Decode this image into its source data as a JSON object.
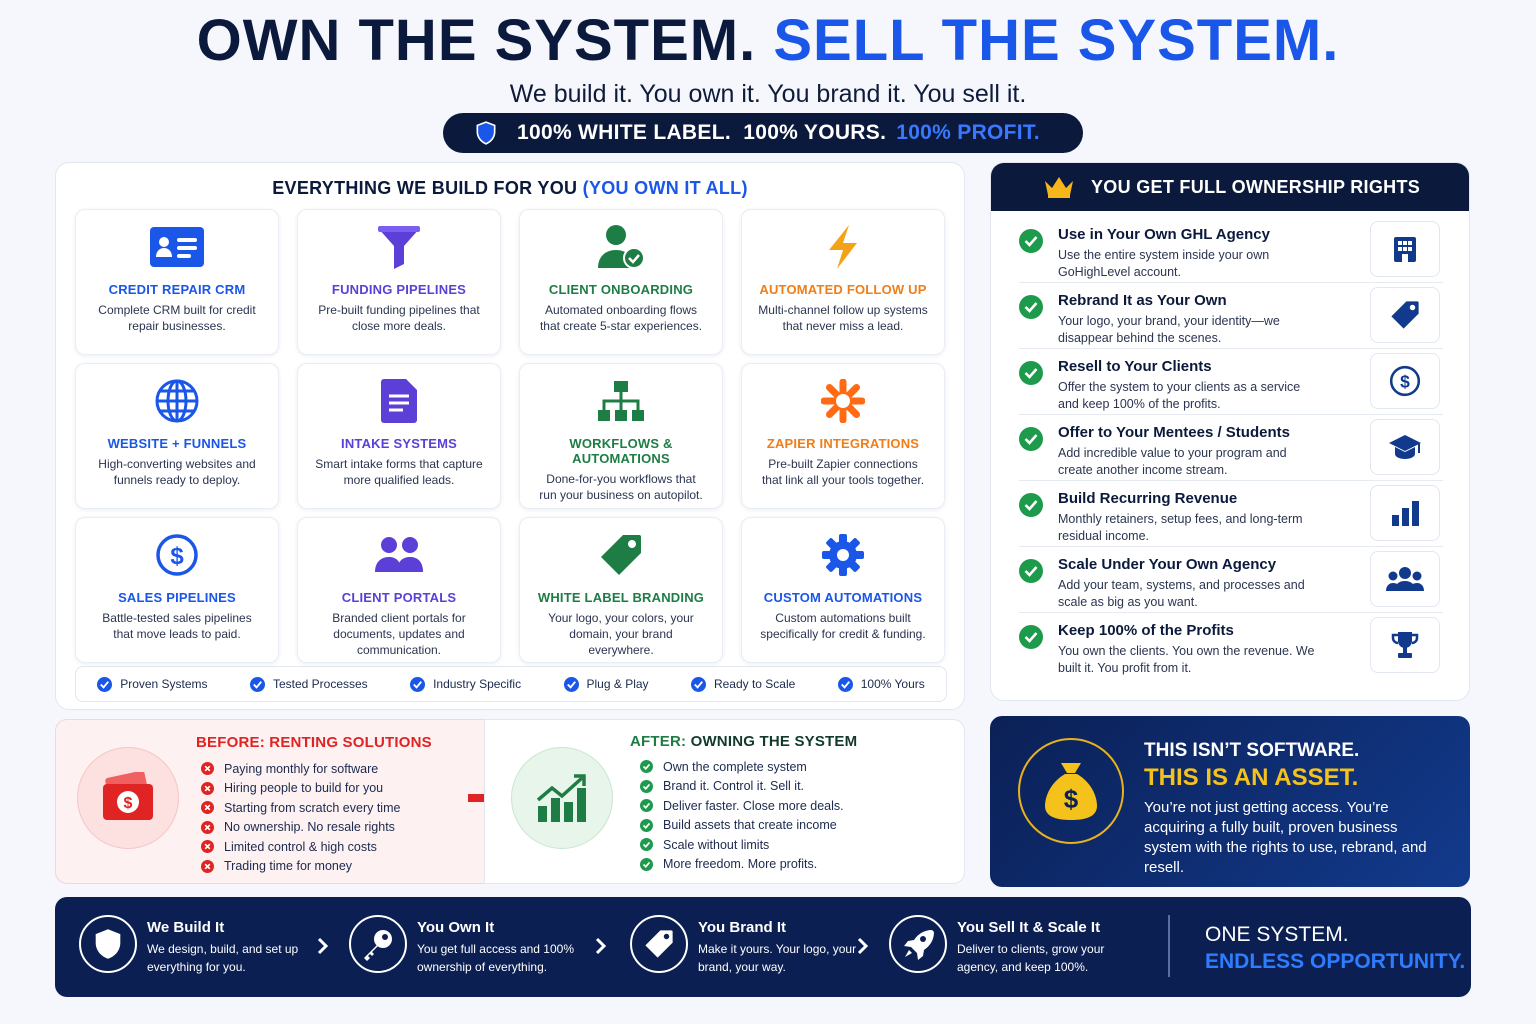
{
  "header": {
    "title_part1": "OWN THE SYSTEM.",
    "title_part2": "SELL THE SYSTEM.",
    "subtitle": "We build it. You own it. You brand it. You sell it.",
    "pill_part1": "100% WHITE LABEL.  100% YOURS.",
    "pill_part2": "100% PROFIT."
  },
  "build_panel": {
    "title_part1": "EVERYTHING WE BUILD FOR YOU",
    "title_part2": "(YOU OWN IT ALL)",
    "cards": [
      {
        "title": "CREDIT REPAIR CRM",
        "desc": "Complete CRM built for credit repair businesses.",
        "icon": "id-card-icon",
        "color": "#1a56e8"
      },
      {
        "title": "FUNDING PIPELINES",
        "desc": "Pre-built funding pipelines that close more deals.",
        "icon": "funnel-icon",
        "color": "#5b3fd6"
      },
      {
        "title": "CLIENT ONBOARDING",
        "desc": "Automated onboarding flows that create 5-star experiences.",
        "icon": "user-check-icon",
        "color": "#1e7d45"
      },
      {
        "title": "AUTOMATED FOLLOW UP",
        "desc": "Multi-channel follow up systems that never miss a lead.",
        "icon": "lightning-icon",
        "color": "#f07d18"
      },
      {
        "title": "WEBSITE + FUNNELS",
        "desc": "High-converting websites and funnels ready to deploy.",
        "icon": "globe-icon",
        "color": "#1a56e8"
      },
      {
        "title": "INTAKE SYSTEMS",
        "desc": "Smart intake forms that capture more qualified leads.",
        "icon": "form-icon",
        "color": "#5b3fd6"
      },
      {
        "title": "WORKFLOWS & AUTOMATIONS",
        "desc": "Done-for-you workflows that run your business on autopilot.",
        "icon": "sitemap-icon",
        "color": "#1e7d45"
      },
      {
        "title": "ZAPIER INTEGRATIONS",
        "desc": "Pre-built Zapier connections that link all your tools together.",
        "icon": "asterisk-icon",
        "color": "#f07d18"
      },
      {
        "title": "SALES PIPELINES",
        "desc": "Battle-tested sales pipelines that move leads to paid.",
        "icon": "dollar-circle-icon",
        "color": "#1a56e8"
      },
      {
        "title": "CLIENT PORTALS",
        "desc": "Branded client portals for documents, updates and communication.",
        "icon": "users-icon",
        "color": "#5b3fd6"
      },
      {
        "title": "WHITE LABEL BRANDING",
        "desc": "Your logo, your colors, your domain, your brand everywhere.",
        "icon": "tag-icon",
        "color": "#1e7d45"
      },
      {
        "title": "CUSTOM AUTOMATIONS",
        "desc": "Custom automations built specifically for credit & funding.",
        "icon": "gear-icon",
        "color": "#1a56e8"
      }
    ],
    "features": [
      "Proven Systems",
      "Tested Processes",
      "Industry Specific",
      "Plug & Play",
      "Ready to Scale",
      "100% Yours"
    ]
  },
  "before": {
    "title_part1": "BEFORE:",
    "title_part2": "RENTING SOLUTIONS",
    "items": [
      "Paying monthly for software",
      "Hiring people to build for you",
      "Starting from scratch every time",
      "No ownership. No resale rights",
      "Limited control & high costs",
      "Trading time for money"
    ]
  },
  "after": {
    "title_part1": "AFTER:",
    "title_part2": "OWNING THE SYSTEM",
    "items": [
      "Own the complete system",
      "Brand it. Control it. Sell it.",
      "Deliver faster. Close more deals.",
      "Build assets that create income",
      "Scale without limits",
      "More freedom. More profits."
    ]
  },
  "ownership": {
    "title": "YOU GET FULL OWNERSHIP RIGHTS",
    "rows": [
      {
        "title": "Use in Your Own GHL Agency",
        "desc": "Use the entire system inside your own GoHighLevel account.",
        "icon": "building-icon"
      },
      {
        "title": "Rebrand It as Your Own",
        "desc": "Your logo, your brand, your identity—we disappear behind the scenes.",
        "icon": "tag-icon"
      },
      {
        "title": "Resell to Your Clients",
        "desc": "Offer the system to your clients as a service and keep 100% of the profits.",
        "icon": "dollar-circle-icon"
      },
      {
        "title": "Offer to Your Mentees / Students",
        "desc": "Add incredible value to your program and create another income stream.",
        "icon": "graduation-cap-icon"
      },
      {
        "title": "Build Recurring Revenue",
        "desc": "Monthly retainers, setup fees, and long-term residual income.",
        "icon": "bar-chart-icon"
      },
      {
        "title": "Scale Under Your Own Agency",
        "desc": "Add your team, systems, and processes and scale as big as you want.",
        "icon": "team-icon"
      },
      {
        "title": "Keep 100% of the Profits",
        "desc": "You own the clients. You own the revenue. We built it. You profit from it.",
        "icon": "trophy-icon"
      }
    ]
  },
  "asset": {
    "line1": "THIS ISN’T SOFTWARE.",
    "line2": "THIS IS AN ASSET.",
    "line3": "You’re not just getting access. You’re acquiring a fully built, proven business system with the rights to use, rebrand, and resell."
  },
  "steps": [
    {
      "title": "We Build It",
      "desc": "We design, build, and set up everything for you.",
      "icon": "shield-icon"
    },
    {
      "title": "You Own It",
      "desc": "You get full access and 100% ownership of everything.",
      "icon": "key-icon"
    },
    {
      "title": "You Brand It",
      "desc": "Make it yours. Your logo, your brand, your way.",
      "icon": "tag-icon"
    },
    {
      "title": "You Sell It & Scale It",
      "desc": "Deliver to clients, grow your agency, and keep 100%.",
      "icon": "rocket-icon"
    }
  ],
  "tagline": {
    "line1": "ONE SYSTEM.",
    "line2": "ENDLESS OPPORTUNITY."
  },
  "colors": {
    "navy": "#0b1a3c",
    "blue": "#1a56e8",
    "green": "#1e7d45",
    "red": "#e02323",
    "orange": "#f07d18",
    "gold": "#f5c21b"
  }
}
